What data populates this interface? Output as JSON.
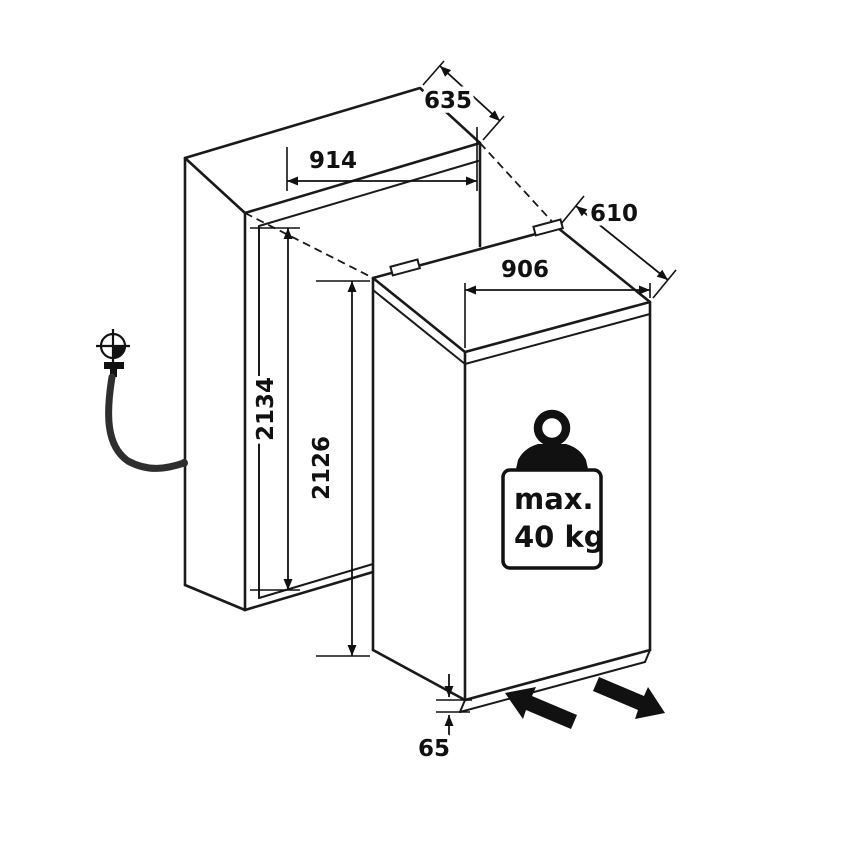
{
  "diagram": {
    "type": "appliance-installation-drawing",
    "dimensions": {
      "niche_depth_mm": "635",
      "niche_width_mm": "914",
      "niche_height_mm": "2134",
      "appliance_depth_mm": "610",
      "appliance_width_mm": "906",
      "appliance_height_mm": "2126",
      "base_clearance_mm": "65"
    },
    "weight_badge": {
      "line1": "max.",
      "line2": "40 kg"
    },
    "icons": [
      "water-connection-icon",
      "weight-icon",
      "slide-in-arrow",
      "slide-out-arrow"
    ],
    "colors": {
      "line": "#1a1a1a",
      "background": "#ffffff",
      "hose": "#2e2e2e"
    }
  }
}
